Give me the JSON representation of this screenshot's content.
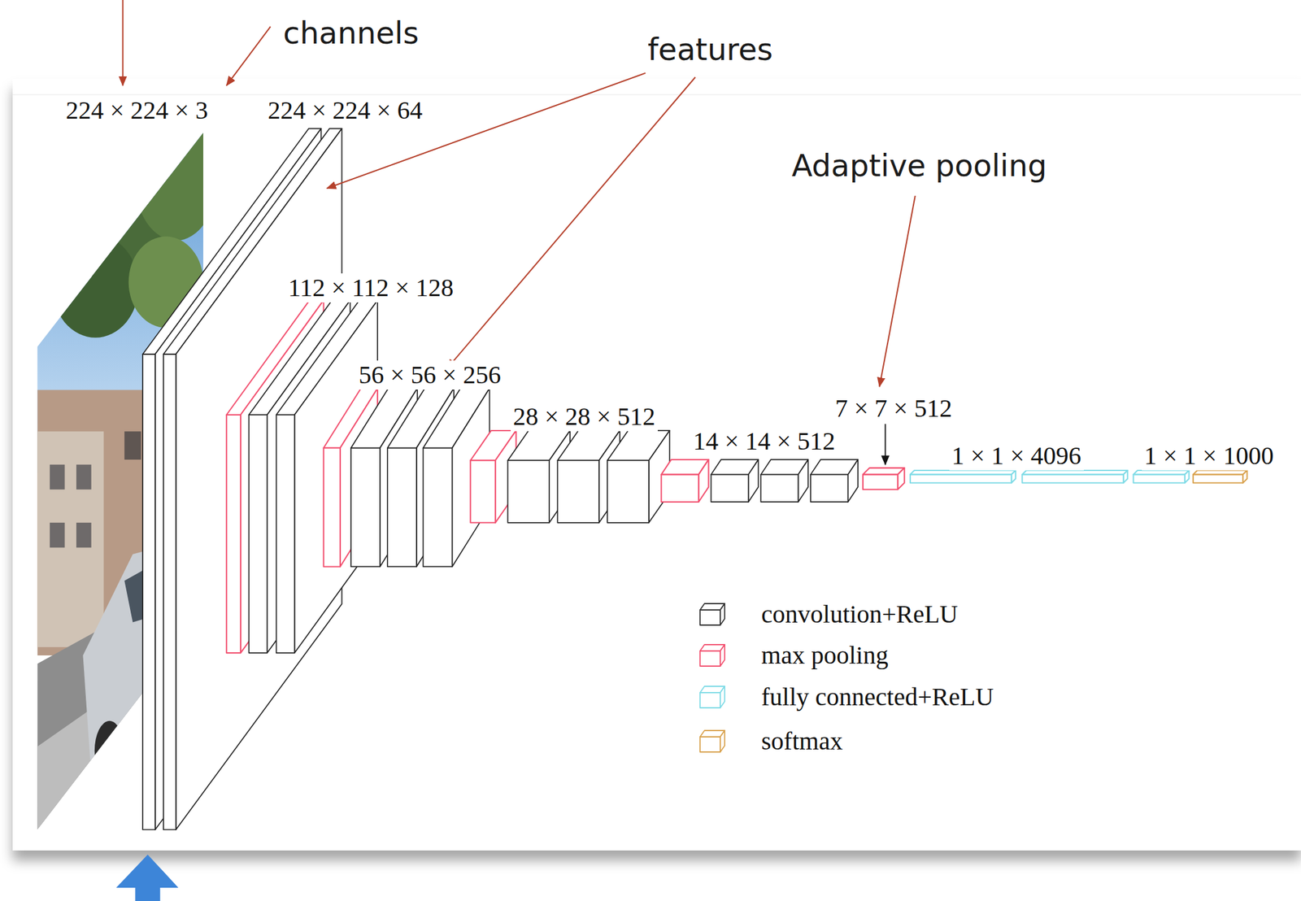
{
  "diagram": {
    "labels": [
      "channels",
      "features",
      "224 × 224 × 3",
      "224 × 224 × 64",
      "Adaptive pooling",
      "112 × 112 × 128",
      "56 × 56 × 256",
      "7 × 7 × 512",
      "28 × 28 × 512",
      "14 × 14 × 512",
      "1 × 1 × 4096",
      "1 × 1 × 1000"
    ],
    "legend": [
      {
        "text": "convolution+ReLU",
        "color": "#333333"
      },
      {
        "text": "max pooling",
        "color": "#f2506f"
      },
      {
        "text": "fully connected+ReLU",
        "color": "#7fdbe6"
      },
      {
        "text": "softmax",
        "color": "#d9a24e"
      }
    ]
  }
}
